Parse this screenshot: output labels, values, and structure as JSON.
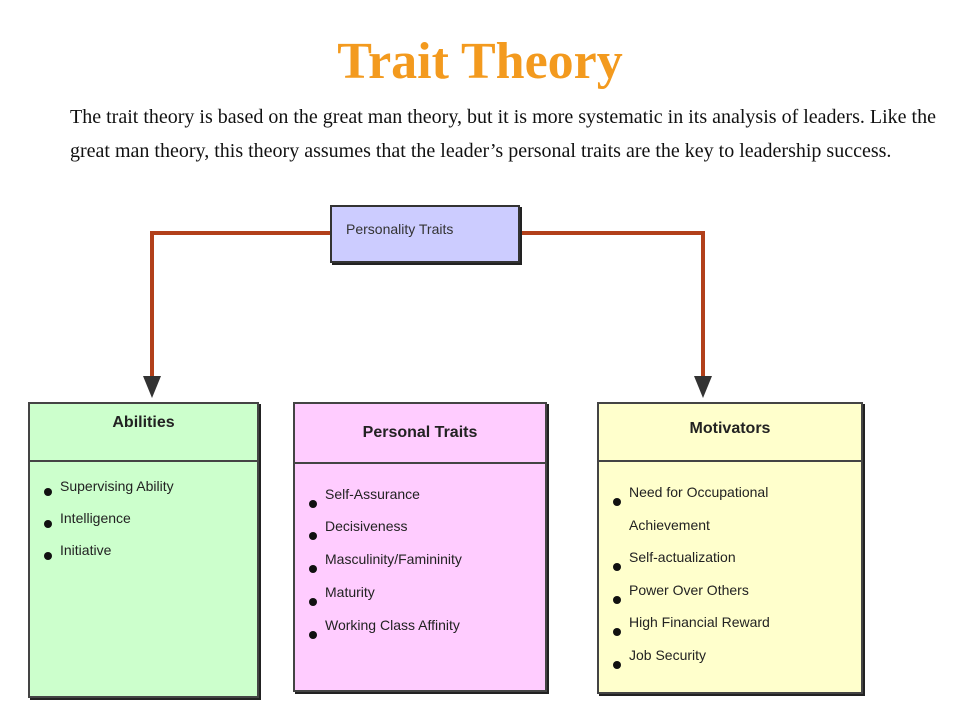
{
  "title": "Trait Theory",
  "intro": "The trait theory is based on the great man theory, but it is more systematic in its analysis of leaders. Like the great man theory, this theory assumes that the leader’s personal traits are the key to leadership success.",
  "colors": {
    "title": "#f39a1e",
    "connector": "#b2401a",
    "top_box": "#ccccff",
    "abilities": "#ccffcc",
    "personal_traits": "#ffccff",
    "motivators": "#ffffcc"
  },
  "top_box": {
    "label": "Personality Traits"
  },
  "columns": {
    "abilities": {
      "heading": "Abilities",
      "items": [
        "Supervising Ability",
        "Intelligence",
        "Initiative"
      ]
    },
    "personal_traits": {
      "heading": "Personal Traits",
      "items": [
        "Self-Assurance",
        "Decisiveness",
        "Masculinity/Famininity",
        "Maturity",
        "Working Class Affinity"
      ]
    },
    "motivators": {
      "heading": "Motivators",
      "items": [
        "Need for Occupational",
        "Achievement",
        "Self-actualization",
        "Power Over Others",
        "High Financial Reward",
        "Job Security"
      ]
    }
  }
}
